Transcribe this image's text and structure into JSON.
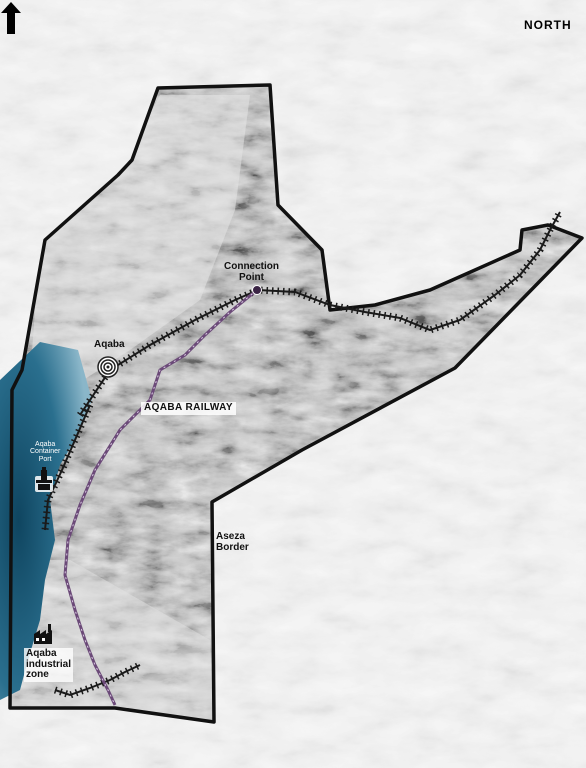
{
  "compass": {
    "label": "NORTH",
    "icon": "north-arrow-icon"
  },
  "labels": {
    "connection_point": [
      "Connection",
      "Point"
    ],
    "aqaba": "Aqaba",
    "railway": "AQABA RAILWAY",
    "container_port": [
      "Aqaba",
      "Container",
      "Port"
    ],
    "aseza_border": [
      "Aseza",
      "Border"
    ],
    "industrial_zone": [
      "Aqaba",
      "industrial",
      "zone"
    ]
  },
  "icons": {
    "city": "city-target-icon",
    "port": "port-crane-icon",
    "industry": "factory-icon",
    "connection": "connection-point-dot-icon"
  },
  "colors": {
    "sea": "#2a6f8e",
    "boundary": "#111111",
    "railway": "#6b4a78",
    "rail_track": "#1a1a1a",
    "terrain_light": "#ececec",
    "terrain_dark": "#7c7c7c"
  }
}
